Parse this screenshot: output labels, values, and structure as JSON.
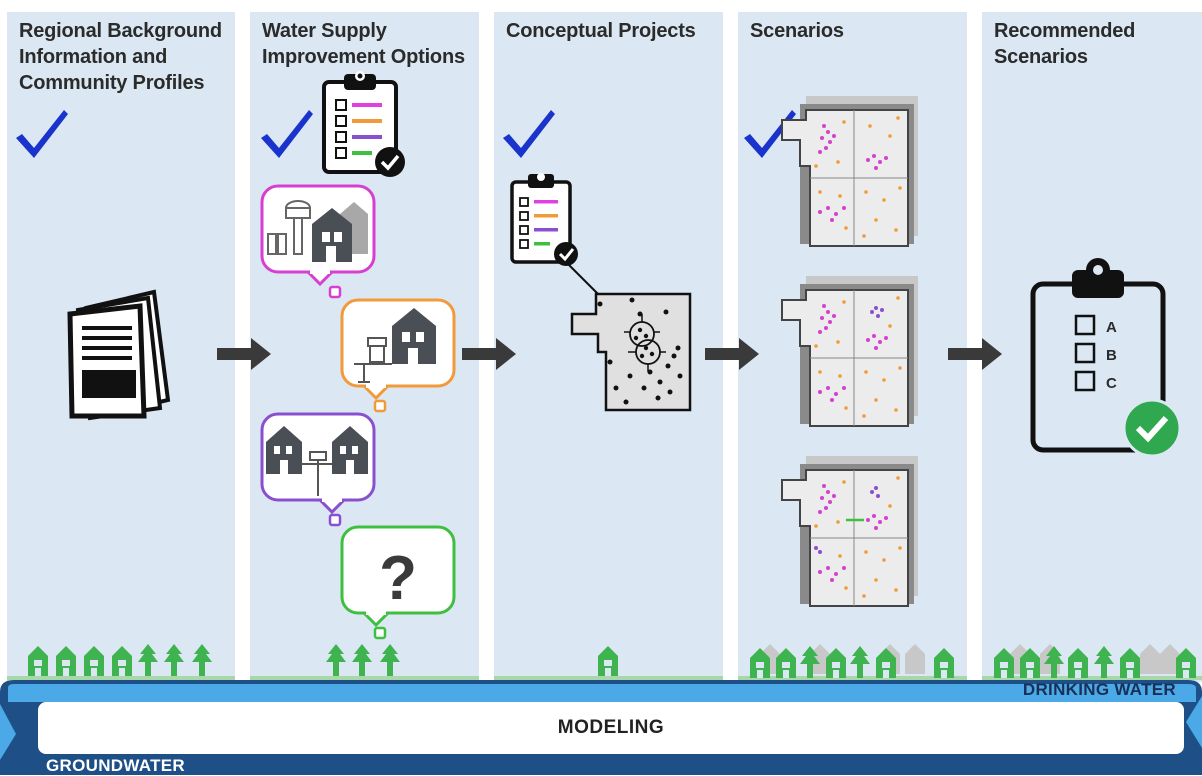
{
  "columns": [
    {
      "id": "regional",
      "title": "Regional Background\nInformation and\nCommunity Profiles",
      "checked": true
    },
    {
      "id": "options",
      "title": "Water Supply\nImprovement Options",
      "checked": true
    },
    {
      "id": "projects",
      "title": "Conceptual Projects",
      "checked": true
    },
    {
      "id": "scenarios",
      "title": "Scenarios",
      "checked": true
    },
    {
      "id": "recommended",
      "title": "Recommended\nScenarios",
      "checked": false
    }
  ],
  "options_bubbles": [
    {
      "name": "water-tower-houses",
      "color": "#d63fd0"
    },
    {
      "name": "well-house",
      "color": "#f29a3a"
    },
    {
      "name": "shared-well-houses",
      "color": "#8a4fcf"
    },
    {
      "name": "unknown-option",
      "color": "#3fbf3f",
      "symbol": "?"
    }
  ],
  "checklist_colors": [
    "#e040e0",
    "#f29a3a",
    "#8a4fcf",
    "#3fbf3f"
  ],
  "recommended_options": [
    "A",
    "B",
    "C"
  ],
  "modeling": {
    "label": "MODELING",
    "top_label": "DRINKING WATER",
    "bottom_label": "GROUNDWATER"
  },
  "colors": {
    "check": "#1a33cc",
    "house": "#3fb34f",
    "dark": "#2b2b2b",
    "groundwater": "#1e4f86",
    "drinking_water": "#4aa9e6",
    "green_check": "#2fa84f"
  }
}
